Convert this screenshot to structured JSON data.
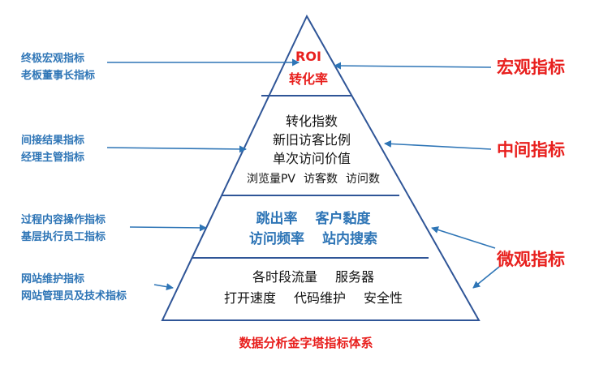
{
  "title": "数据分析金字塔指标体系",
  "colors": {
    "red": "#e8201e",
    "blue": "#2e75b6",
    "outline": "#2f5597",
    "text": "#111111"
  },
  "levels": {
    "macro": {
      "side_label": "宏观指标",
      "left_lines": [
        "终极宏观指标",
        "老板董事长指标"
      ],
      "content": [
        "ROI",
        "转化率"
      ]
    },
    "middle": {
      "side_label": "中间指标",
      "left_lines": [
        "间接结果指标",
        "经理主管指标"
      ],
      "content": [
        "转化指数",
        "新旧访客比例",
        "单次访问价值"
      ],
      "small_items": [
        "浏览量PV",
        "访客数",
        "访问数"
      ]
    },
    "micro": {
      "side_label": "微观指标",
      "upper_left_lines": [
        "过程内容操作指标",
        "基层执行员工指标"
      ],
      "upper_items": [
        [
          "跳出率",
          "客户黏度"
        ],
        [
          "访问频率",
          "站内搜索"
        ]
      ],
      "lower_left_lines": [
        "网站维护指标",
        "网站管理员及技术指标"
      ],
      "lower_items": [
        [
          "各时段流量",
          "服务器"
        ],
        [
          "打开速度",
          "代码维护",
          "安全性"
        ]
      ]
    }
  }
}
